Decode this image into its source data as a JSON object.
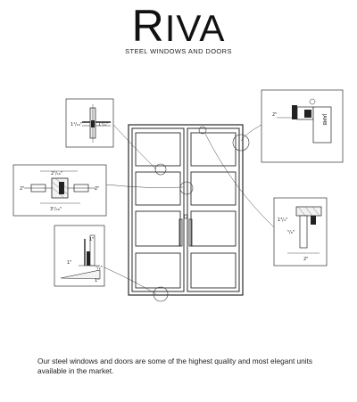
{
  "brand": {
    "logo_first": "R",
    "logo_rest": "IVA",
    "tagline": "STEEL WINDOWS AND DOORS"
  },
  "description": "Our steel windows and doors are some of the highest quality and most elegant units available in the market.",
  "details": {
    "top_left": {
      "dims": [
        "1¹/₁₆\"",
        "1¹/₂\""
      ]
    },
    "mid_left": {
      "dims": [
        "2⁷/₁₆\"",
        "2\"",
        "2\"",
        "3⁷/₁₆\""
      ]
    },
    "bot_left": {
      "dims": [
        "1\"",
        "1\"",
        "¹/₂\"",
        "1\""
      ]
    },
    "top_right": {
      "dims": [
        "2\""
      ],
      "label": "JAMB"
    },
    "mid_right": {
      "dims": [
        "1³/₄\"",
        "⁵/₈\"",
        "2\""
      ]
    }
  }
}
